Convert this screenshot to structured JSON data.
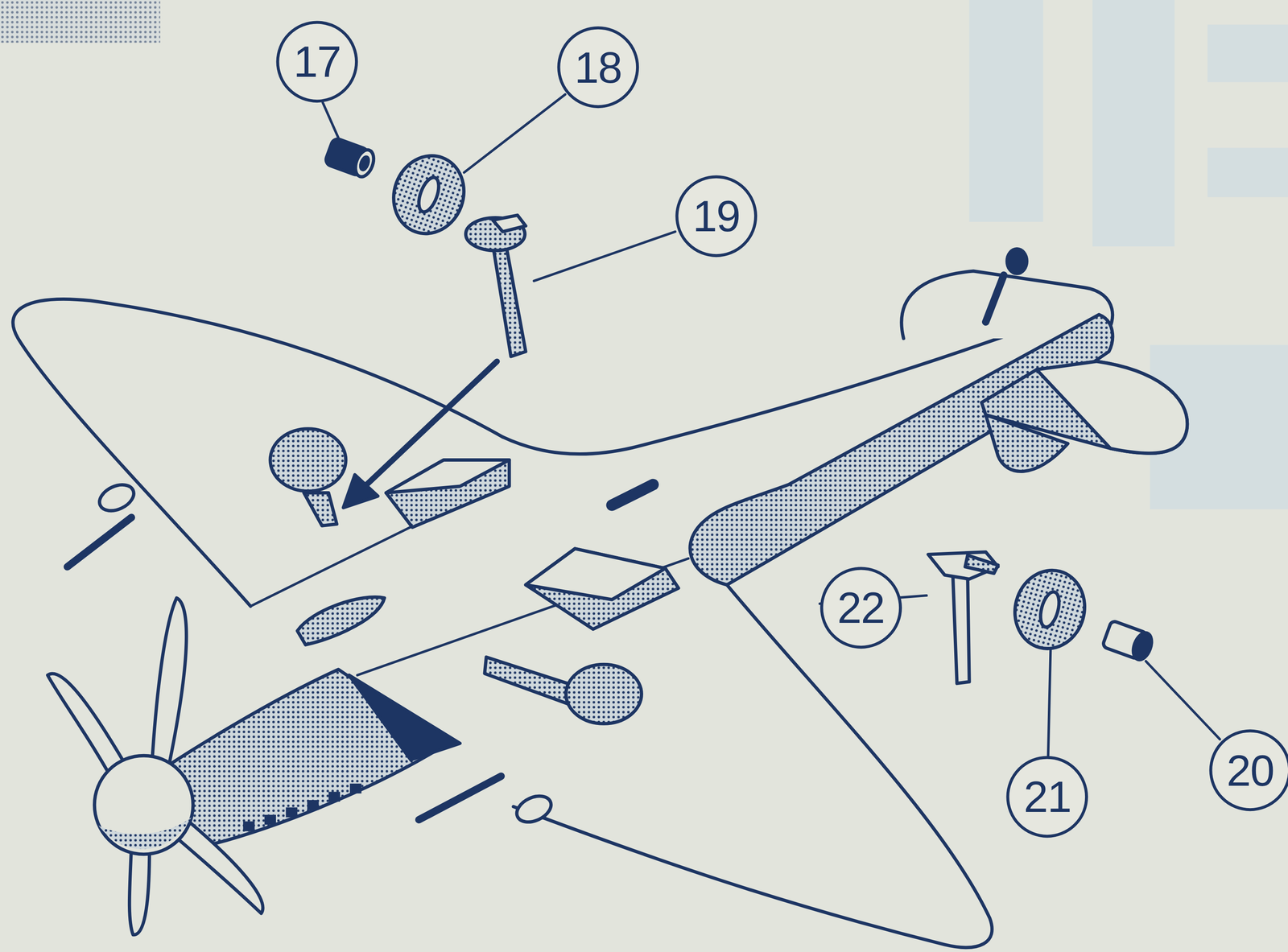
{
  "diagram": {
    "nodes": [
      {
        "text": [
          "17"
        ]
      },
      {
        "text": [
          "18"
        ]
      },
      {
        "text": [
          "19"
        ]
      },
      {
        "text": [
          "22"
        ]
      },
      {
        "text": [
          "21"
        ]
      },
      {
        "text": [
          "20"
        ]
      }
    ]
  }
}
